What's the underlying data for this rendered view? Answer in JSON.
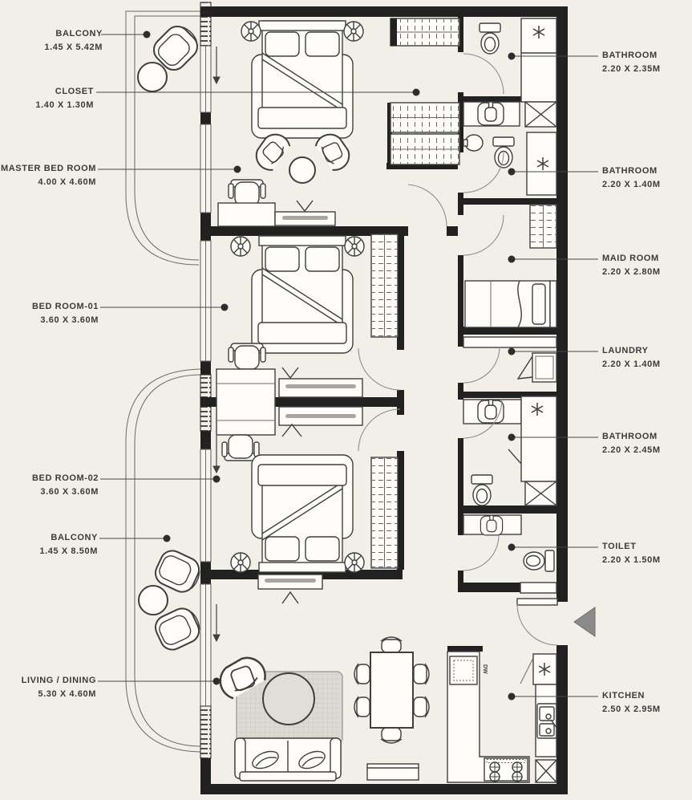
{
  "plan": {
    "rooms_left": [
      {
        "name": "BALCONY",
        "dims": "1.45 X 5.42M"
      },
      {
        "name": "CLOSET",
        "dims": "1.40 X 1.30M"
      },
      {
        "name": "MASTER BED ROOM",
        "dims": "4.00 X 4.60M"
      },
      {
        "name": "BED ROOM-01",
        "dims": "3.60 X 3.60M"
      },
      {
        "name": "BED ROOM-02",
        "dims": "3.60 X 3.60M"
      },
      {
        "name": "BALCONY",
        "dims": "1.45 X 8.50M"
      },
      {
        "name": "LIVING / DINING",
        "dims": "5.30 X 4.60M"
      }
    ],
    "rooms_right": [
      {
        "name": "BATHROOM",
        "dims": "2.20 X 2.35M"
      },
      {
        "name": "BATHROOM",
        "dims": "2.20 X 1.40M"
      },
      {
        "name": "MAID ROOM",
        "dims": "2.20 X 2.80M"
      },
      {
        "name": "LAUNDRY",
        "dims": "2.20 X 1.40M"
      },
      {
        "name": "BATHROOM",
        "dims": "2.20 X 2.45M"
      },
      {
        "name": "TOILET",
        "dims": "2.20 X 1.50M"
      },
      {
        "name": "KITCHEN",
        "dims": "2.50 X 2.95M"
      }
    ],
    "symbols": {
      "dishwasher_label": "DW",
      "shower": "asterisk-icon",
      "shaft": "crossed-box-icon",
      "entrance": "left-triangle-icon"
    },
    "colors": {
      "background": "#f2efe9",
      "walls": "#212121",
      "furniture_line": "#3f3f3f",
      "label_text": "#3b3b3b",
      "entry_arrow": "#8a8a8a",
      "rug": "#dcdad2"
    }
  }
}
